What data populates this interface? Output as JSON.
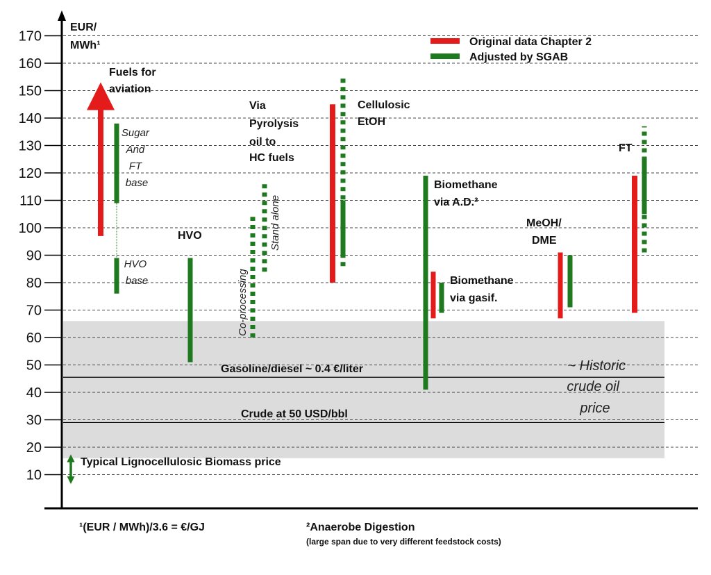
{
  "chart_data": {
    "type": "bar",
    "ylabel": "EUR/ MWh¹",
    "ylabel_lines": [
      "EUR/",
      "MWh¹"
    ],
    "ylim": [
      0,
      175
    ],
    "yticks": [
      10,
      20,
      30,
      40,
      50,
      60,
      70,
      80,
      90,
      100,
      110,
      120,
      130,
      140,
      150,
      160,
      170
    ],
    "grid": "horizontal-dashed",
    "legend": {
      "position": "top-right",
      "entries": [
        {
          "name": "Original data Chapter 2",
          "color": "#e31b1b"
        },
        {
          "name": "Adjusted by SGAB",
          "color": "#1f7a1f"
        }
      ]
    },
    "colors": {
      "original": "#e31b1b",
      "adjusted": "#1f7a1f",
      "band": "#dcdcdc"
    },
    "ranges": [
      {
        "group": "Fuels for aviation",
        "series": "Original data Chapter 2",
        "low": 97,
        "high": 150,
        "style": "solid",
        "arrow": "up"
      },
      {
        "group": "Fuels for aviation",
        "series": "Adjusted by SGAB",
        "low": 109,
        "high": 138,
        "style": "solid",
        "note": "Sugar And FT base"
      },
      {
        "group": "Fuels for aviation",
        "series": "Adjusted by SGAB",
        "low": 76,
        "high": 89,
        "style": "solid",
        "note": "HVO base"
      },
      {
        "group": "HVO",
        "series": "Adjusted by SGAB",
        "low": 51,
        "high": 89,
        "style": "solid"
      },
      {
        "group": "Via Pyrolysis oil to HC fuels",
        "series": "Adjusted by SGAB",
        "low": 60,
        "high": 104,
        "style": "dotted",
        "note": "Co-processing"
      },
      {
        "group": "Via Pyrolysis oil to HC fuels",
        "series": "Adjusted by SGAB",
        "low": 84,
        "high": 117,
        "style": "dotted",
        "note": "Stand alone"
      },
      {
        "group": "Cellulosic EtOH",
        "series": "Original data Chapter 2",
        "low": 80,
        "high": 145,
        "style": "solid"
      },
      {
        "group": "Cellulosic EtOH",
        "series": "Adjusted by SGAB",
        "low": 86,
        "high": 155,
        "style": "dotted"
      },
      {
        "group": "Cellulosic EtOH",
        "series": "Adjusted by SGAB",
        "low": 90,
        "high": 110,
        "style": "solid"
      },
      {
        "group": "Biomethane via A.D.²",
        "series": "Adjusted by SGAB",
        "low": 41,
        "high": 119,
        "style": "solid"
      },
      {
        "group": "Biomethane via gasif.",
        "series": "Original data Chapter 2",
        "low": 67,
        "high": 84,
        "style": "solid"
      },
      {
        "group": "Biomethane via gasif.",
        "series": "Adjusted by SGAB",
        "low": 69,
        "high": 80,
        "style": "solid"
      },
      {
        "group": "MeOH/ DME",
        "series": "Original data Chapter 2",
        "low": 67,
        "high": 91,
        "style": "solid"
      },
      {
        "group": "MeOH/ DME",
        "series": "Adjusted by SGAB",
        "low": 71,
        "high": 90,
        "style": "solid"
      },
      {
        "group": "FT",
        "series": "Original data Chapter 2",
        "low": 69,
        "high": 119,
        "style": "solid"
      },
      {
        "group": "FT",
        "series": "Adjusted by SGAB",
        "low": 91,
        "high": 137,
        "style": "dotted"
      },
      {
        "group": "FT",
        "series": "Adjusted by SGAB",
        "low": 105,
        "high": 125,
        "style": "solid"
      }
    ],
    "band": {
      "low": 16,
      "high": 66,
      "label_lines": [
        "~ Historic",
        "crude oil",
        "price"
      ]
    },
    "reference_lines": [
      {
        "label": "Gasoline/diesel ~ 0.4 €/liter",
        "value": 45.5
      },
      {
        "label": "Crude at 50 USD/bbl",
        "value": 29
      }
    ],
    "biomass_range": {
      "label": "Typical Lignocellulosic Biomass price",
      "low": 7,
      "high": 17
    },
    "category_labels": {
      "aviation": [
        "Fuels for",
        "aviation"
      ],
      "sugar_ft": [
        "Sugar",
        "And",
        "FT",
        "base"
      ],
      "hvo_base": [
        "HVO",
        "base"
      ],
      "hvo": "HVO",
      "pyrolysis": [
        "Via",
        "Pyrolysis",
        "oil to",
        "HC fuels"
      ],
      "coprocessing": "Co-processing",
      "standalone": "Stand alone",
      "cellulosic": [
        "Cellulosic",
        "EtOH"
      ],
      "biomethane_ad": [
        "Biomethane",
        "via A.D.²"
      ],
      "biomethane_gasif": [
        "Biomethane",
        "via gasif."
      ],
      "meoh": [
        "MeOH/",
        "DME"
      ],
      "ft": "FT"
    },
    "footnotes": {
      "left": "¹(EUR / MWh)/3.6 = €/GJ",
      "right": "²Anaerobe Digestion",
      "right_sub": "(large span due to very different feedstock costs)"
    }
  }
}
